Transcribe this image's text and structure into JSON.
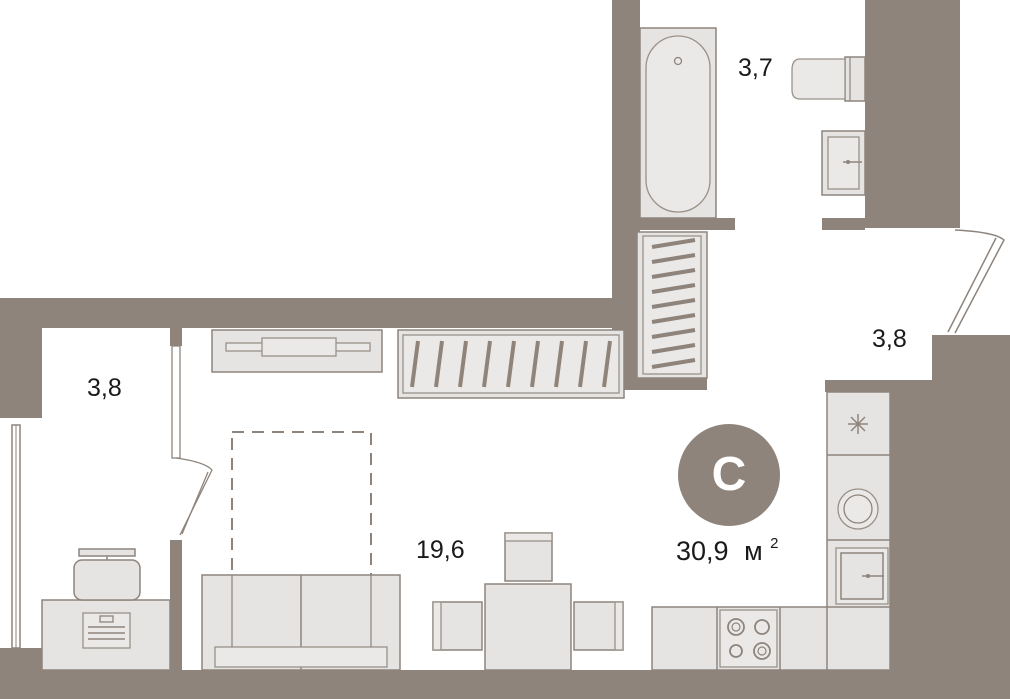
{
  "plan": {
    "unit_type_letter": "С",
    "total_area": "30,9",
    "area_unit": "м",
    "area_unit_sup": "2",
    "rooms": [
      {
        "id": "bathroom",
        "area": "3,7"
      },
      {
        "id": "hall",
        "area": "3,8"
      },
      {
        "id": "balcony",
        "area": "3,8"
      },
      {
        "id": "living",
        "area": "19,6"
      }
    ]
  },
  "colors": {
    "wall": "#8e847c",
    "badge": "#8e847c",
    "furniture": "#e6e4e2",
    "background": "#ffffff"
  }
}
